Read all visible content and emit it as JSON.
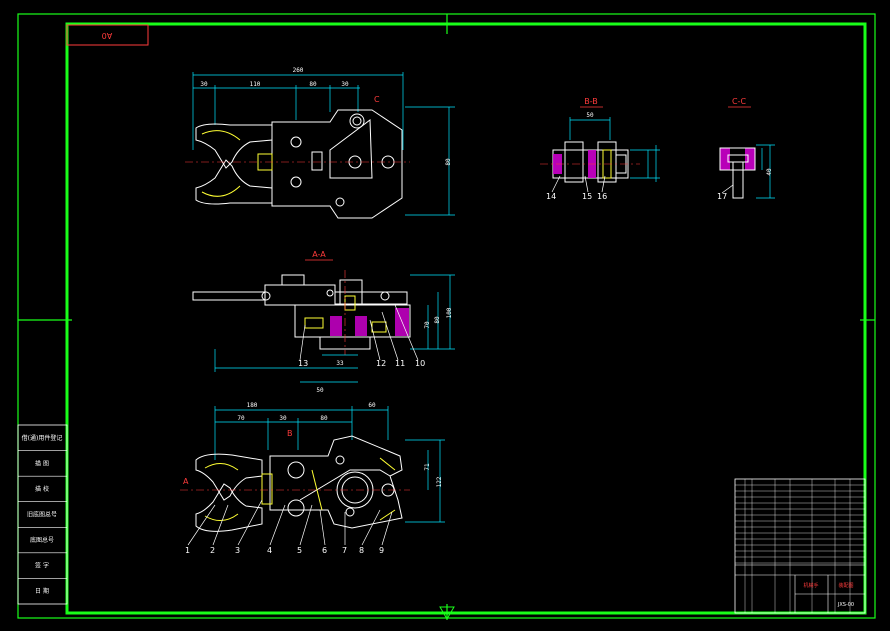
{
  "sheet": {
    "size_label": "A0",
    "border_color": "#19ff19",
    "inner_frame_color": "#19ff19",
    "outline_color": "#ffffff",
    "dim_color": "#00e5ff",
    "part_color": "#ffff33",
    "hatch_color": "#cc00cc",
    "center_color": "#ff3b3b"
  },
  "sections": {
    "aa": "A-A",
    "bb": "B-B",
    "cc": "C-C",
    "a_marker": "A",
    "b_marker": "B",
    "c_marker": "C"
  },
  "top_view": {
    "dims": [
      "260",
      "30",
      "110",
      "80",
      "30",
      "80"
    ]
  },
  "section_aa": {
    "dims": [
      "50",
      "33",
      "70",
      "80",
      "100"
    ],
    "balloons": [
      "13",
      "12",
      "11",
      "10"
    ]
  },
  "bottom_view": {
    "dims": [
      "180",
      "70",
      "30",
      "80",
      "60",
      "71",
      "122"
    ],
    "balloons": [
      "1",
      "2",
      "3",
      "4",
      "5",
      "6",
      "7",
      "8",
      "9"
    ]
  },
  "section_bb": {
    "dims": [
      "50"
    ],
    "balloons": [
      "14",
      "15",
      "16"
    ]
  },
  "section_cc": {
    "dims": [
      "40"
    ],
    "balloons": [
      "17"
    ]
  },
  "side_table": {
    "rows": [
      "借(通)用件登记",
      "描 图",
      "描 校",
      "旧底图总号",
      "底图总号",
      "签 字",
      "日 期"
    ]
  },
  "title_block": {
    "drawing_no": "JXS-00",
    "name": "机械手",
    "material": "装配图"
  }
}
